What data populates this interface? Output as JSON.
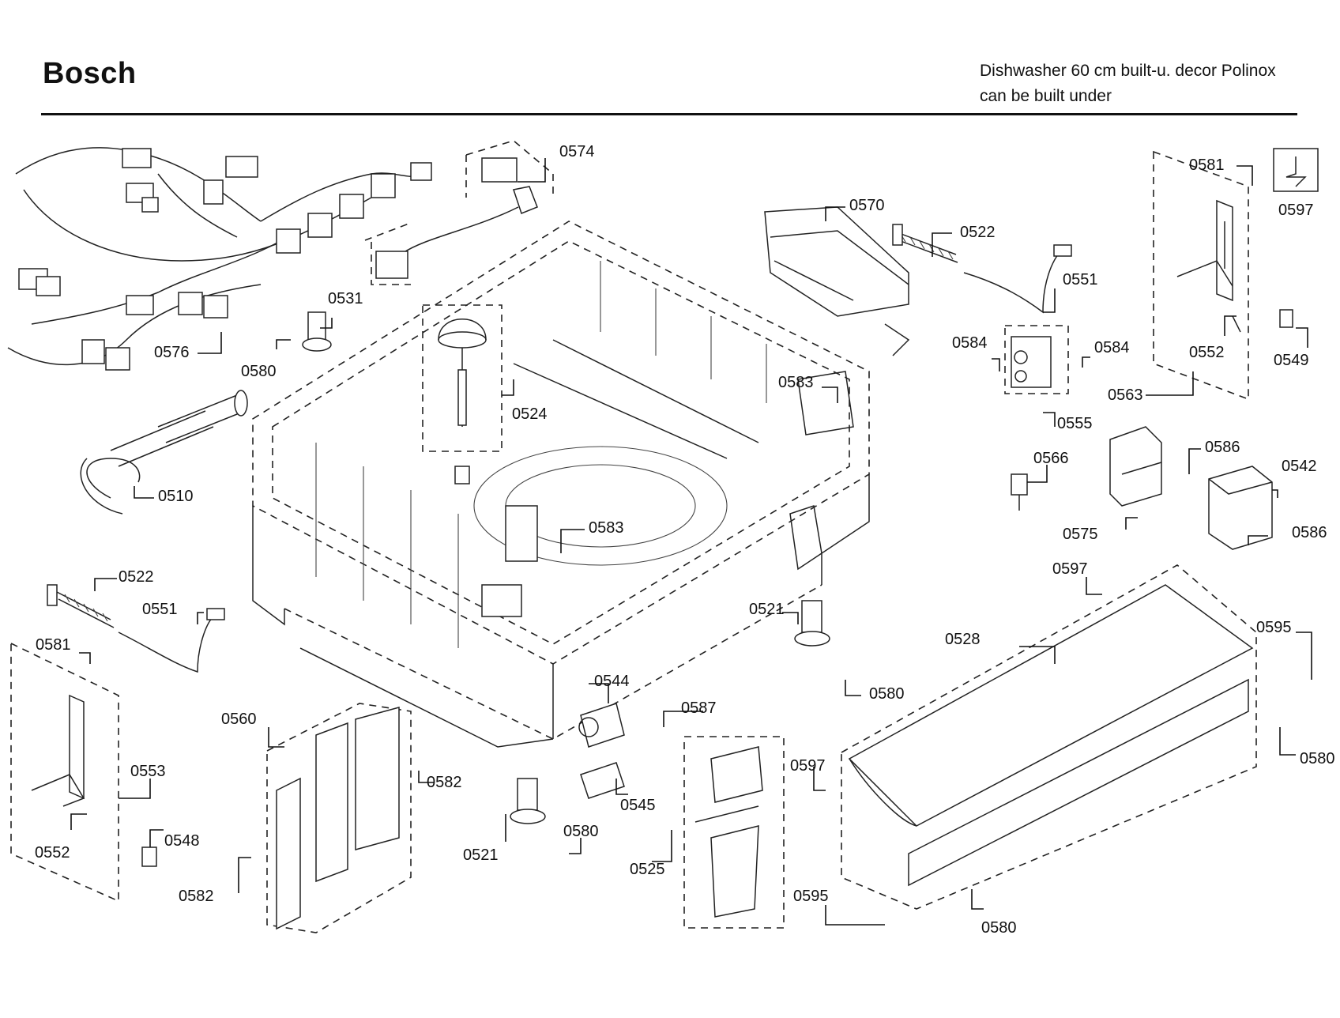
{
  "header": {
    "brand": "Bosch",
    "model_line1": "Dishwasher 60 cm built-u. decor Polinox",
    "model_line2": "can be built under"
  },
  "diagram": {
    "part_labels": [
      "0574",
      "0570",
      "0522",
      "0551",
      "0581",
      "0597",
      "0531",
      "0576",
      "0580",
      "0524",
      "0584",
      "0584",
      "0583",
      "0555",
      "0552",
      "0549",
      "0563",
      "0510",
      "0566",
      "0586",
      "0542",
      "0575",
      "0586",
      "0583",
      "0522",
      "0551",
      "0597",
      "0521",
      "0528",
      "0595",
      "0581",
      "0544",
      "0580",
      "0560",
      "0587",
      "0553",
      "0582",
      "0597",
      "0580",
      "0545",
      "0552",
      "0548",
      "0580",
      "0521",
      "0525",
      "0582",
      "0595",
      "0580"
    ]
  }
}
